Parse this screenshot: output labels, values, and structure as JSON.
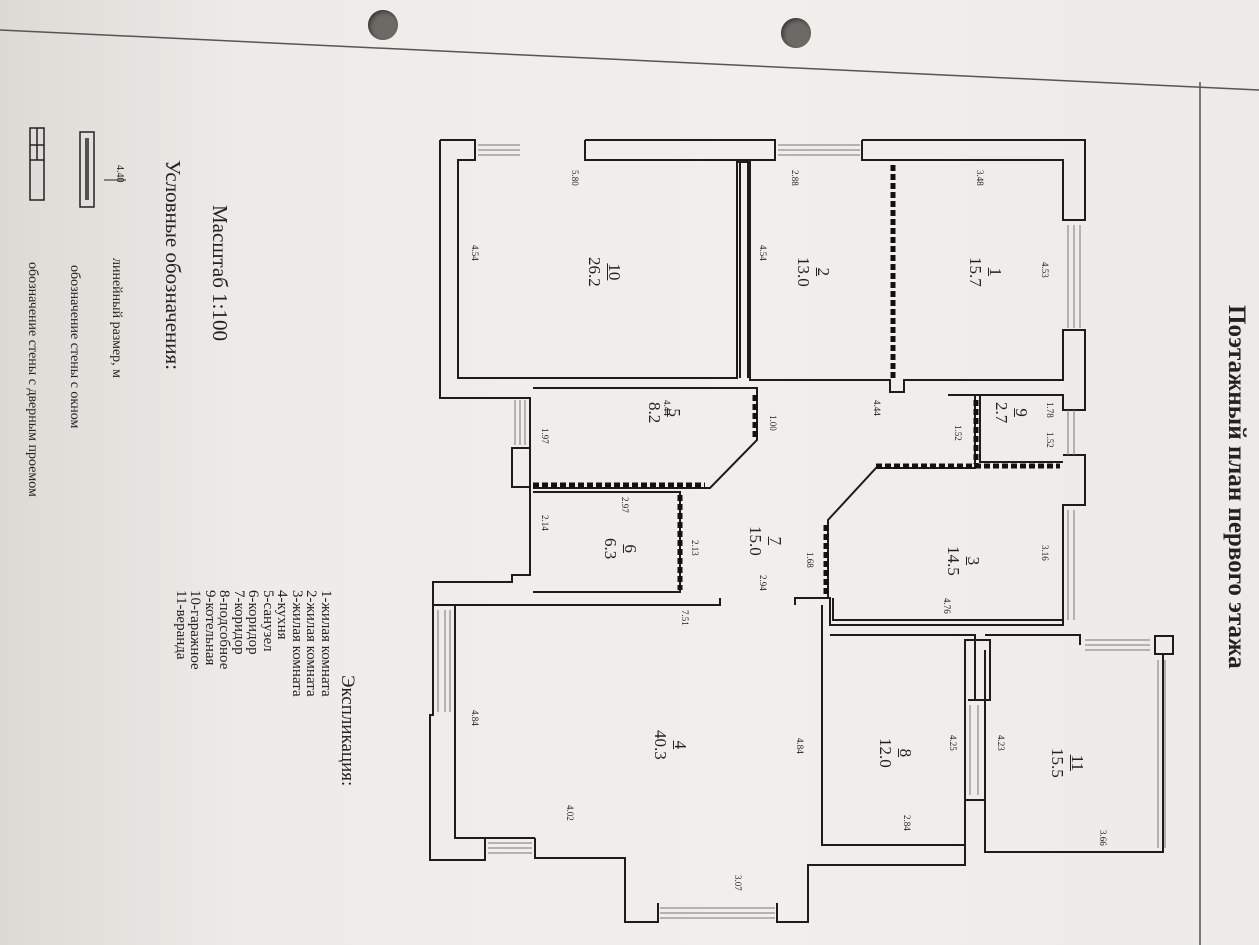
{
  "title": "Поэтажный план первого этажа",
  "scale": "Масштаб 1:100",
  "explication": {
    "heading": "Экспликация:",
    "items": [
      "1-жилая комната",
      "2-жилая комната",
      "3-жилая комната",
      "4-кухня",
      "5-санузел",
      "6-коридор",
      "7-коридор",
      "8-подсобное",
      "9-котельная",
      "10-гаражное",
      "11-веранда"
    ]
  },
  "legend": {
    "heading": "Условные обозначения:",
    "dim_example": "4.40",
    "dim_label": "линейный размер, м",
    "window_label": "обозначение стены с окном",
    "door_label": "обозначение стены с дверным проемом"
  },
  "rooms": [
    {
      "num": "10",
      "area": "26.2"
    },
    {
      "num": "2",
      "area": "13.0"
    },
    {
      "num": "1",
      "area": "15.7"
    },
    {
      "num": "5",
      "area": "8.2"
    },
    {
      "num": "9",
      "area": "2.7"
    },
    {
      "num": "7",
      "area": "15.0"
    },
    {
      "num": "6",
      "area": "6.3"
    },
    {
      "num": "3",
      "area": "14.5"
    },
    {
      "num": "4",
      "area": "40.3"
    },
    {
      "num": "8",
      "area": "12.0"
    },
    {
      "num": "11",
      "area": "15.5"
    }
  ],
  "dims": [
    "5.80",
    "4.54",
    "2.88",
    "4.54",
    "3.48",
    "4.53",
    "4.44",
    "1.00",
    "4.44",
    "1.78",
    "1.97",
    "1.52",
    "1.52",
    "2.97",
    "2.14",
    "2.13",
    "1.68",
    "3.16",
    "2.94",
    "7.51",
    "4.76",
    "4.84",
    "4.84",
    "4.25",
    "4.23",
    "4.02",
    "2.84",
    "3.07",
    "3.66"
  ]
}
